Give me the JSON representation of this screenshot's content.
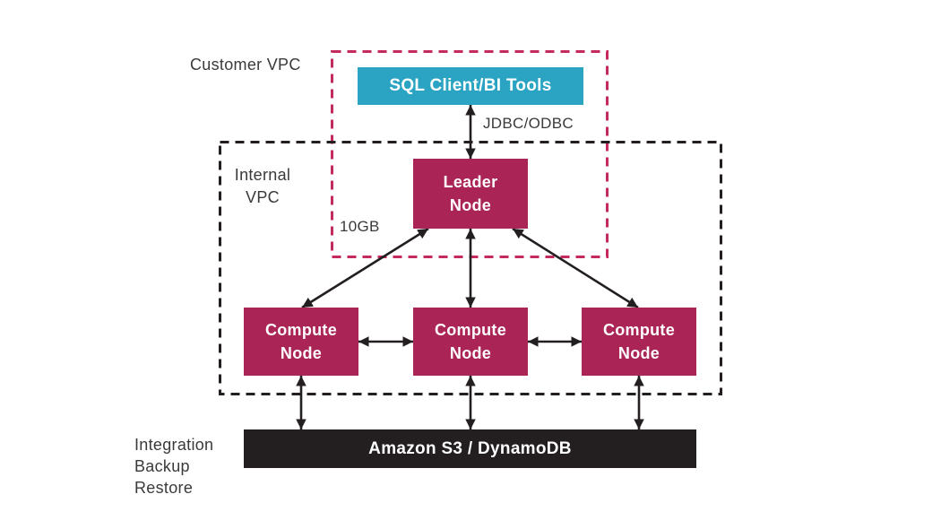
{
  "colors": {
    "crimson": "#ab2456",
    "crimson-dash": "#c4295f",
    "teal": "#2aa4c2",
    "ink": "#231f20",
    "label": "#3a3a3a"
  },
  "labels": {
    "customer_vpc": "Customer VPC",
    "internal_vpc": "Internal\nVPC",
    "jdbc": "JDBC/ODBC",
    "bandwidth": "10GB",
    "integration": "Integration\nBackup\nRestore"
  },
  "nodes": {
    "sql_client": "SQL Client/BI Tools",
    "leader": "Leader\nNode",
    "compute": [
      "Compute\nNode",
      "Compute\nNode",
      "Compute\nNode"
    ],
    "storage": "Amazon S3 / DynamoDB"
  }
}
